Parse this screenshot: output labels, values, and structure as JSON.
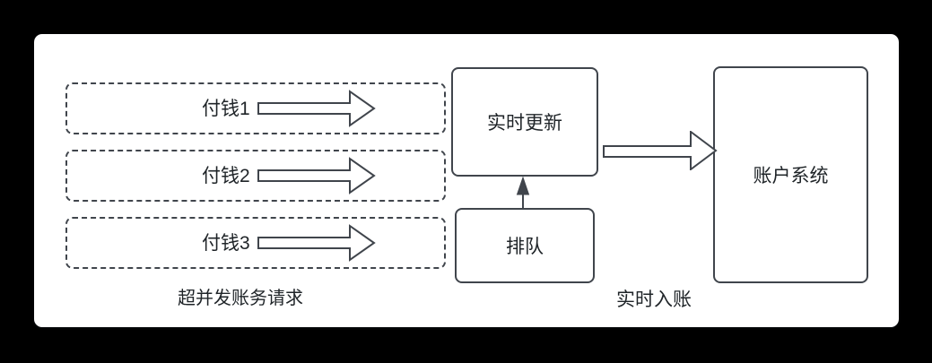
{
  "diagram": {
    "requests": [
      {
        "label": "付钱1"
      },
      {
        "label": "付钱2"
      },
      {
        "label": "付钱3"
      }
    ],
    "nodes": {
      "realtime_update": "实时更新",
      "queue": "排队",
      "account_system": "账户系统"
    },
    "labels": {
      "request_group": "超并发账务请求",
      "flow": "实时入账"
    },
    "icons": {
      "row_arrow": "right-block-arrow-icon",
      "main_arrow": "right-block-arrow-icon",
      "queue_to_update_arrow": "up-arrow-icon"
    },
    "colors": {
      "background": "#000000",
      "panel_background": "#ffffff",
      "stroke": "#40454c",
      "text": "#1f2428"
    }
  }
}
